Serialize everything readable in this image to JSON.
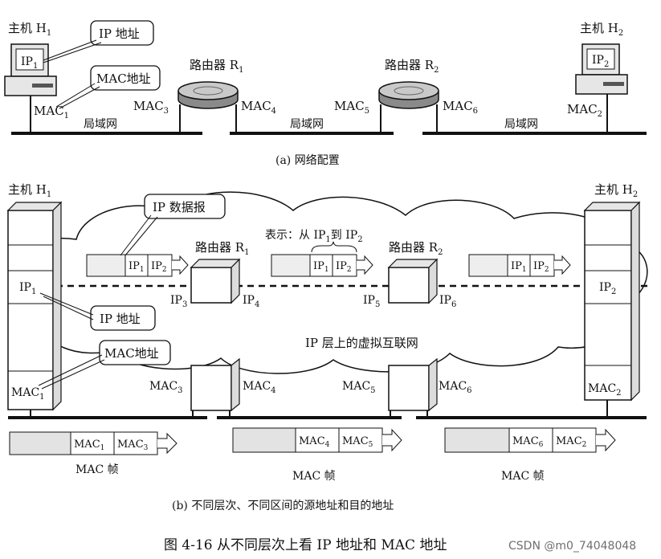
{
  "colors": {
    "ink": "#111111",
    "paper": "#ffffff",
    "screen": "#e6e6e6",
    "router_top": "#c9c9c9",
    "router_body": "#8a8a8a",
    "frame_shade": "#dcdcdc",
    "watermark": "#6f6f6f"
  },
  "part_a": {
    "host1": {
      "label": "主机 H",
      "sub": "1",
      "ip": "IP",
      "ip_sub": "1"
    },
    "host2": {
      "label": "主机 H",
      "sub": "2",
      "ip": "IP",
      "ip_sub": "2"
    },
    "callout_ip": "IP 地址",
    "callout_mac": "MAC地址",
    "router1": {
      "label": "路由器 R",
      "sub": "1"
    },
    "router2": {
      "label": "路由器 R",
      "sub": "2"
    },
    "mac": [
      {
        "t": "MAC",
        "s": "1"
      },
      {
        "t": "MAC",
        "s": "3"
      },
      {
        "t": "MAC",
        "s": "4"
      },
      {
        "t": "MAC",
        "s": "5"
      },
      {
        "t": "MAC",
        "s": "6"
      },
      {
        "t": "MAC",
        "s": "2"
      }
    ],
    "lan": [
      "局域网",
      "局域网",
      "局域网"
    ],
    "caption": "(a) 网络配置"
  },
  "part_b": {
    "host1": {
      "label": "主机 H",
      "sub": "1",
      "ip": "IP",
      "ip_sub": "1",
      "mac": "MAC",
      "mac_sub": "1"
    },
    "host2": {
      "label": "主机 H",
      "sub": "2",
      "ip": "IP",
      "ip_sub": "2",
      "mac": "MAC",
      "mac_sub": "2"
    },
    "callout_datagram": "IP 数据报",
    "callout_ip": "IP 地址",
    "callout_mac": "MAC地址",
    "note": {
      "prefix": "表示：从 IP",
      "s1": "1",
      "mid": "到 IP",
      "s2": "2"
    },
    "router1": {
      "label": "路由器 R",
      "sub": "1",
      "ip_left": "IP",
      "ip_left_sub": "3",
      "ip_right": "IP",
      "ip_right_sub": "4"
    },
    "router2": {
      "label": "路由器 R",
      "sub": "2",
      "ip_left": "IP",
      "ip_left_sub": "5",
      "ip_right": "IP",
      "ip_right_sub": "6"
    },
    "cloud_label": "IP 层上的虚拟互联网",
    "datagram_fields": [
      {
        "t": "IP",
        "s": "1"
      },
      {
        "t": "IP",
        "s": "2"
      }
    ],
    "frames": [
      {
        "a": {
          "t": "MAC",
          "s": "1"
        },
        "b": {
          "t": "MAC",
          "s": "3"
        }
      },
      {
        "a": {
          "t": "MAC",
          "s": "4"
        },
        "b": {
          "t": "MAC",
          "s": "5"
        }
      },
      {
        "a": {
          "t": "MAC",
          "s": "6"
        },
        "b": {
          "t": "MAC",
          "s": "2"
        }
      }
    ],
    "mac_ports": [
      {
        "t": "MAC",
        "s": "3"
      },
      {
        "t": "MAC",
        "s": "4"
      },
      {
        "t": "MAC",
        "s": "5"
      },
      {
        "t": "MAC",
        "s": "6"
      }
    ],
    "frame_label": "MAC 帧",
    "caption": "(b)  不同层次、不同区间的源地址和目的地址"
  },
  "figure_caption": "图 4-16    从不同层次上看 IP 地址和 MAC 地址",
  "watermark": "CSDN @m0_74048048"
}
